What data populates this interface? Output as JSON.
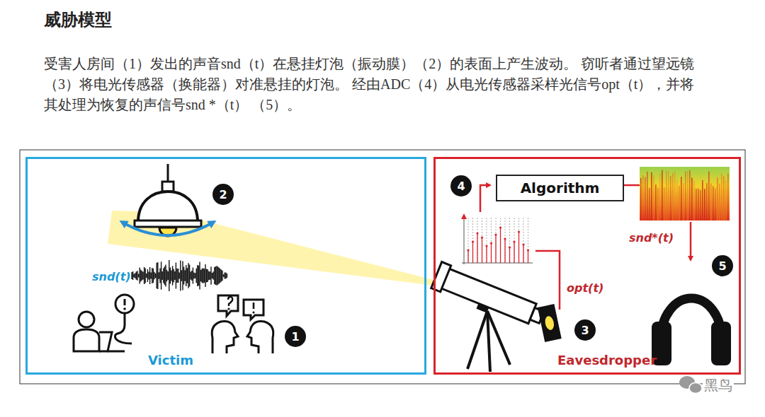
{
  "diagram": {
    "title": "威胁模型",
    "caption": "受害人房间（1）发出的声音snd（t）在悬挂灯泡（振动膜）（2）的表面上产生波动。 窃听者通过望远镜（3）将电光传感器（换能器）对准悬挂的灯泡。 经由ADC（4）从电光传感器采样光信号opt（t），并将其处理为恢复的声信号snd *（t） （5）。",
    "nodes": [
      {
        "text": [
          "Victim"
        ]
      },
      {
        "text": [
          "Eavesdropper"
        ]
      },
      {
        "text": [
          "Algorithm"
        ],
        "in": 1
      }
    ],
    "labels": [
      "4",
      "2",
      "snd*(t)",
      "snd(t)",
      "opt(t)",
      "5",
      "3",
      "1",
      "黑鸟"
    ]
  }
}
